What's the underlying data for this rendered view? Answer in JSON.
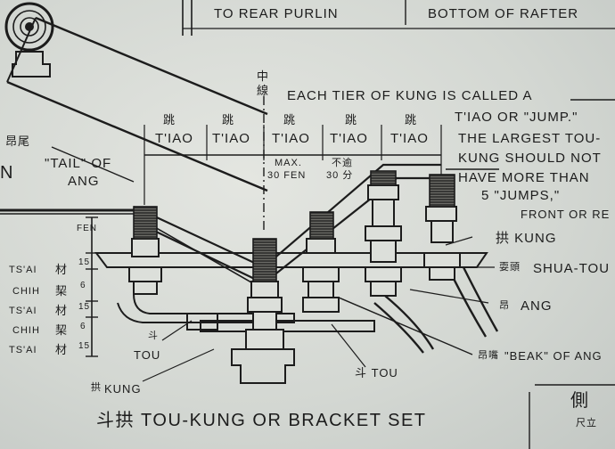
{
  "labels": {
    "to_rear_purlin": "TO REAR PURLIN",
    "bottom_of_rafter": "BOTTOM OF RAFTER",
    "zhongxian": "中線",
    "each_tier_line1": "EACH TIER OF KUNG IS CALLED A",
    "each_tier_line2": "T'IAO OR \"JUMP.\"",
    "largest_line1": "THE LARGEST TOU-",
    "largest_line2": "KUNG SHOULD NOT",
    "largest_line3": "HAVE MORE THAN",
    "largest_line4": "5 \"JUMPS,\"",
    "largest_line5": "FRONT OR RE",
    "tiao_char": "跳",
    "tiao": "T'IAO",
    "max1": "MAX.",
    "max2": "30 FEN",
    "buyu": "不逾",
    "sanshi_fen": "30 分",
    "ang_wei": "昂尾",
    "tail_of_ang": "\"TAIL\" OF",
    "ang": "ANG",
    "n_fragment": "N",
    "fen": "FEN",
    "cai": "材",
    "qi": "栔",
    "tsai": "TS'AI",
    "chih": "CHIH",
    "n15": "15",
    "n6": "6",
    "gong_kung_right": "拱 KUNG",
    "shuatou_char": "耍頭",
    "shua_tou": "SHUA-TOU",
    "ang_char": "昂",
    "ang_right": "ANG",
    "beak_char": "昂嘴",
    "beak": "\"BEAK\" OF ANG",
    "dou_char": "斗",
    "tou": "TOU",
    "gong_char": "拱",
    "kung": "KUNG",
    "tou_bottom": "斗 TOU",
    "caption": "斗拱 TOU-KUNG OR BRACKET SET",
    "corner_char1": "側",
    "corner_char2": "尺立"
  },
  "colors": {
    "ink": "#1c1c1c",
    "paper": "#dcdfda"
  }
}
